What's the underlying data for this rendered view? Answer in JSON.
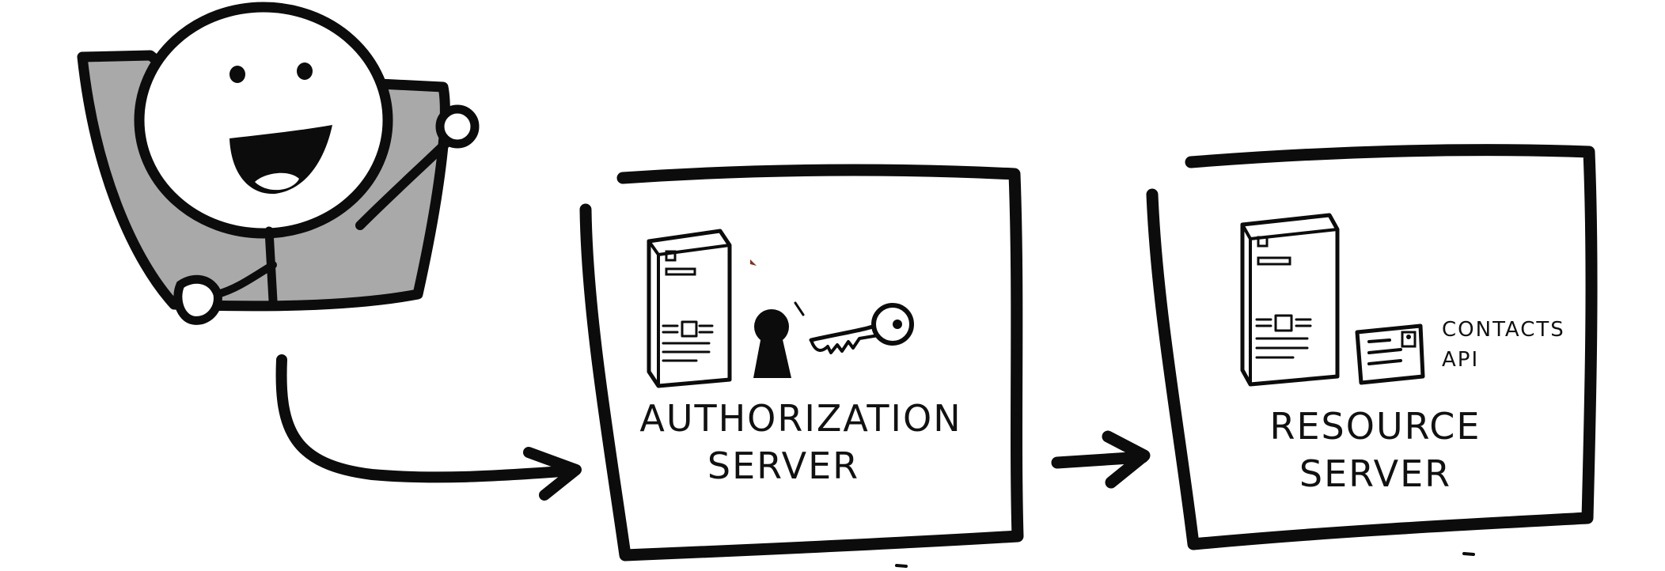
{
  "actor": {
    "icon": "smiling-user-icon",
    "colors": {
      "ink": "#0c0c0c",
      "jacket": "#a9a9a9",
      "face": "#ffffff"
    }
  },
  "authorization_server": {
    "label_line1": "AUTHORIZATION",
    "label_line2": "SERVER",
    "icons": [
      "server-tower-icon",
      "keyhole-icon",
      "key-icon"
    ]
  },
  "resource_server": {
    "label_line1": "RESOURCE",
    "label_line2": "SERVER",
    "api_label_line1": "CONTACTS",
    "api_label_line2": "API",
    "icons": [
      "server-tower-icon",
      "contact-card-icon"
    ]
  },
  "connectors": [
    {
      "from": "user",
      "to": "authorization_server"
    },
    {
      "from": "authorization_server",
      "to": "resource_server"
    }
  ]
}
